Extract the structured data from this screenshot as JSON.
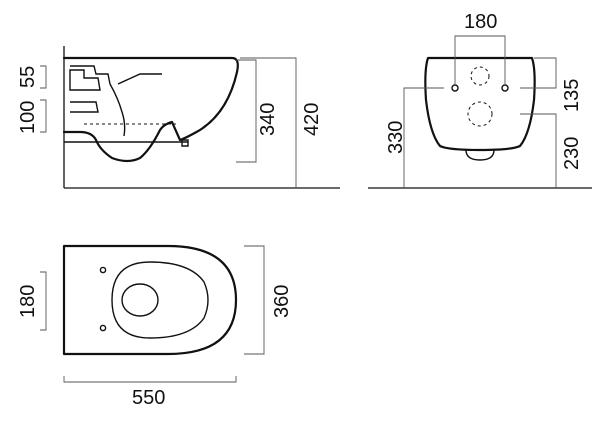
{
  "diagram": {
    "side_view": {
      "dimensions": {
        "top_inlet": "55",
        "lower_inlet": "100",
        "bowl_height": "340",
        "overall_height": "420"
      }
    },
    "front_view": {
      "dimensions": {
        "fixing_spacing": "180",
        "fixing_to_top": "135",
        "floor_to_outlet": "330",
        "outlet_to_floor": "230"
      }
    },
    "top_view": {
      "dimensions": {
        "fixing_spacing": "180",
        "width": "360",
        "length": "550"
      }
    }
  }
}
